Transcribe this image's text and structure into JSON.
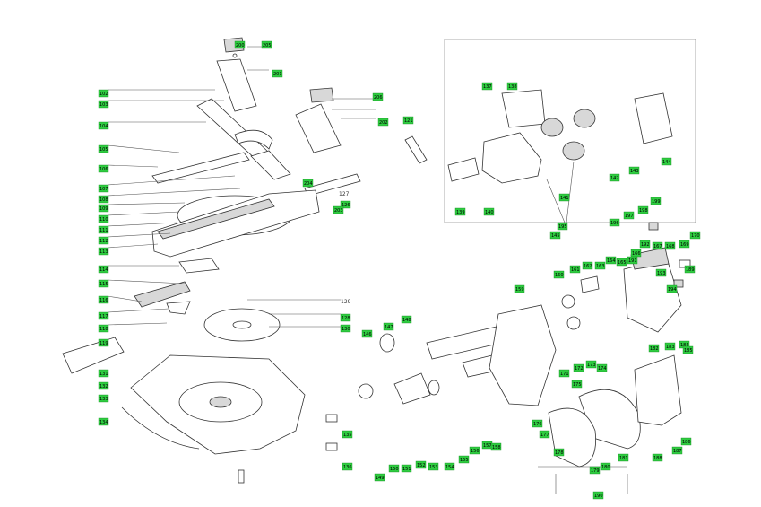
{
  "tags": [
    {
      "id": "t1",
      "label": "201"
    },
    {
      "id": "t2",
      "label": "102"
    },
    {
      "id": "t3",
      "label": "103"
    },
    {
      "id": "t4",
      "label": "104"
    },
    {
      "id": "t5",
      "label": "105"
    },
    {
      "id": "t6",
      "label": "106"
    },
    {
      "id": "t7",
      "label": "126"
    },
    {
      "id": "t8",
      "label": "107"
    },
    {
      "id": "t9",
      "label": "108"
    },
    {
      "id": "t10",
      "label": "109"
    },
    {
      "id": "t11",
      "label": "110"
    },
    {
      "id": "t12",
      "label": "111"
    },
    {
      "id": "t13",
      "label": "112"
    },
    {
      "id": "t14",
      "label": "113"
    },
    {
      "id": "t15",
      "label": "114"
    },
    {
      "id": "t16",
      "label": "115"
    },
    {
      "id": "t17",
      "label": "116"
    },
    {
      "id": "t18",
      "label": "117"
    },
    {
      "id": "t19",
      "label": "118"
    },
    {
      "id": "t20",
      "label": "119"
    },
    {
      "id": "t21",
      "label": "202"
    },
    {
      "id": "t22",
      "label": "121"
    },
    {
      "id": "t23",
      "label": "128"
    },
    {
      "id": "t24",
      "label": "130"
    },
    {
      "id": "t25",
      "label": "131"
    },
    {
      "id": "t26",
      "label": "132"
    },
    {
      "id": "t27",
      "label": "133"
    },
    {
      "id": "t28",
      "label": "134"
    },
    {
      "id": "t29",
      "label": "135"
    },
    {
      "id": "t30",
      "label": "136"
    },
    {
      "id": "t31",
      "label": "137"
    },
    {
      "id": "t32",
      "label": "138"
    },
    {
      "id": "t33",
      "label": "139"
    },
    {
      "id": "t34",
      "label": "140"
    },
    {
      "id": "t35",
      "label": "141"
    },
    {
      "id": "t36",
      "label": "142"
    },
    {
      "id": "t37",
      "label": "143"
    },
    {
      "id": "t38",
      "label": "144"
    },
    {
      "id": "t39",
      "label": "145"
    },
    {
      "id": "t40",
      "label": "146"
    },
    {
      "id": "t41",
      "label": "147"
    },
    {
      "id": "t42",
      "label": "148"
    },
    {
      "id": "t43",
      "label": "149"
    },
    {
      "id": "t44",
      "label": "150"
    },
    {
      "id": "t45",
      "label": "151"
    },
    {
      "id": "t46",
      "label": "152"
    },
    {
      "id": "t47",
      "label": "153"
    },
    {
      "id": "t48",
      "label": "154"
    },
    {
      "id": "t49",
      "label": "155"
    },
    {
      "id": "t50",
      "label": "156"
    },
    {
      "id": "t51",
      "label": "157"
    },
    {
      "id": "t52",
      "label": "158"
    },
    {
      "id": "t53",
      "label": "159"
    },
    {
      "id": "t54",
      "label": "160"
    },
    {
      "id": "t55",
      "label": "161"
    },
    {
      "id": "t56",
      "label": "162"
    },
    {
      "id": "t57",
      "label": "163"
    },
    {
      "id": "t58",
      "label": "164"
    },
    {
      "id": "t59",
      "label": "165"
    },
    {
      "id": "t60",
      "label": "166"
    },
    {
      "id": "t61",
      "label": "167"
    },
    {
      "id": "t62",
      "label": "168"
    },
    {
      "id": "t63",
      "label": "169"
    },
    {
      "id": "t64",
      "label": "170"
    },
    {
      "id": "t65",
      "label": "171"
    },
    {
      "id": "t66",
      "label": "172"
    },
    {
      "id": "t67",
      "label": "173"
    },
    {
      "id": "t68",
      "label": "174"
    },
    {
      "id": "t69",
      "label": "175"
    },
    {
      "id": "t70",
      "label": "176"
    },
    {
      "id": "t71",
      "label": "177"
    },
    {
      "id": "t72",
      "label": "178"
    },
    {
      "id": "t73",
      "label": "179"
    },
    {
      "id": "t74",
      "label": "180"
    },
    {
      "id": "t75",
      "label": "181"
    },
    {
      "id": "t76",
      "label": "182"
    },
    {
      "id": "t77",
      "label": "183"
    },
    {
      "id": "t78",
      "label": "184"
    },
    {
      "id": "t79",
      "label": "185"
    },
    {
      "id": "t80",
      "label": "186"
    },
    {
      "id": "t81",
      "label": "187"
    },
    {
      "id": "t82",
      "label": "188"
    },
    {
      "id": "t83",
      "label": "189"
    },
    {
      "id": "t84",
      "label": "190"
    },
    {
      "id": "t85",
      "label": "191"
    },
    {
      "id": "t86",
      "label": "192"
    },
    {
      "id": "t87",
      "label": "193"
    },
    {
      "id": "t88",
      "label": "194"
    },
    {
      "id": "t89",
      "label": "195"
    },
    {
      "id": "t90",
      "label": "196"
    },
    {
      "id": "t91",
      "label": "197"
    },
    {
      "id": "t92",
      "label": "198"
    },
    {
      "id": "t93",
      "label": "199"
    },
    {
      "id": "t94",
      "label": "200"
    },
    {
      "id": "t95",
      "label": "203"
    },
    {
      "id": "t96",
      "label": "204"
    },
    {
      "id": "t97",
      "label": "205"
    },
    {
      "id": "t98",
      "label": "206"
    }
  ],
  "plain_labels": {
    "p127": "127",
    "p129": "129"
  },
  "colors": {
    "tag_fill": "#2ecc40",
    "line": "#333333"
  }
}
